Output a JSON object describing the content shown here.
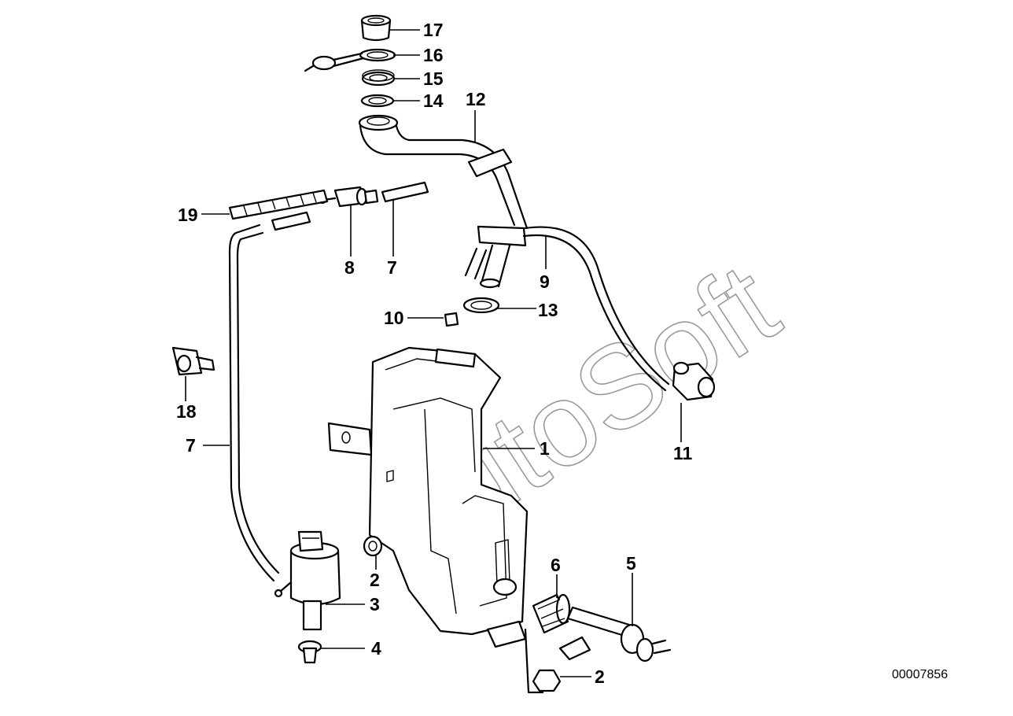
{
  "watermark": "AutoSoft",
  "document_number": "00007856",
  "callouts": {
    "c1": "1",
    "c2a": "2",
    "c2b": "2",
    "c3": "3",
    "c4": "4",
    "c5": "5",
    "c6": "6",
    "c7a": "7",
    "c7b": "7",
    "c8": "8",
    "c9": "9",
    "c10": "10",
    "c11": "11",
    "c12": "12",
    "c13": "13",
    "c14": "14",
    "c15": "15",
    "c16": "16",
    "c17": "17",
    "c18": "18",
    "c19": "19"
  }
}
